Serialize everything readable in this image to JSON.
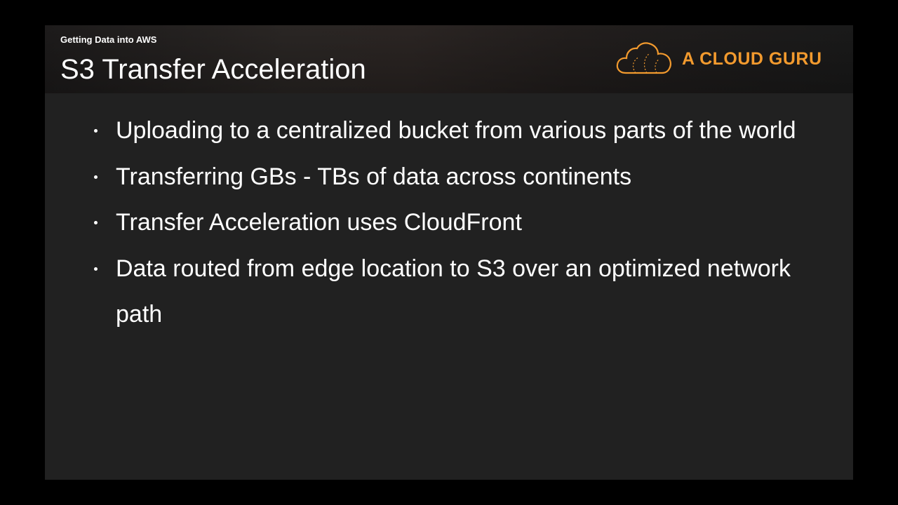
{
  "header": {
    "section": "Getting Data into AWS",
    "title": "S3 Transfer Acceleration"
  },
  "logo": {
    "icon": "cloud-icon",
    "text": "A CLOUD GURU",
    "color": "#f29a2e"
  },
  "bullets": [
    "Uploading to a centralized bucket from various parts of the world",
    "Transferring GBs - TBs of data across continents",
    "Transfer Acceleration uses CloudFront",
    "Data routed from edge location to S3 over an optimized network path"
  ]
}
